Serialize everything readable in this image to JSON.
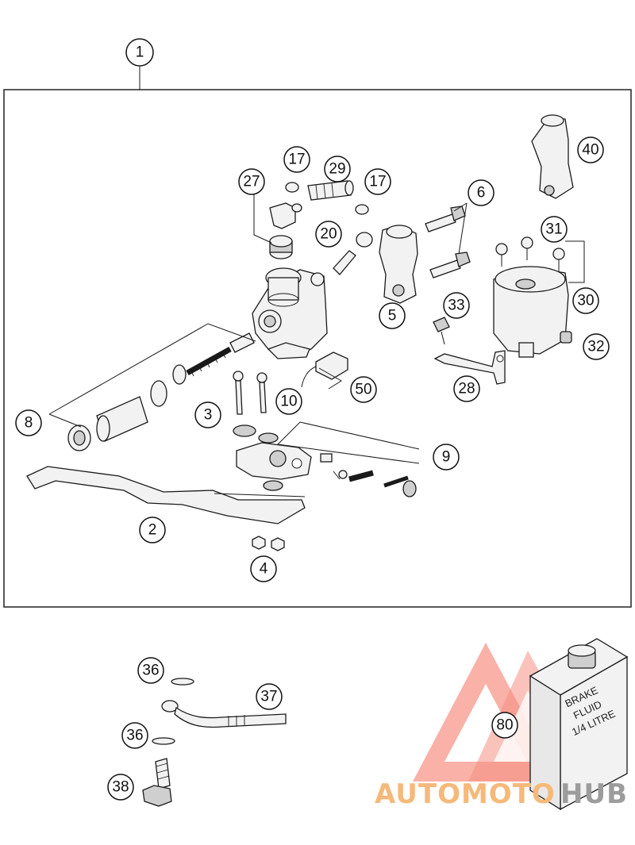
{
  "callouts": [
    {
      "id": "c1",
      "label": "1"
    },
    {
      "id": "c17a",
      "label": "17"
    },
    {
      "id": "c29",
      "label": "29"
    },
    {
      "id": "c17b",
      "label": "17"
    },
    {
      "id": "c27",
      "label": "27"
    },
    {
      "id": "c20",
      "label": "20"
    },
    {
      "id": "c6",
      "label": "6"
    },
    {
      "id": "c40",
      "label": "40"
    },
    {
      "id": "c31",
      "label": "31"
    },
    {
      "id": "c5",
      "label": "5"
    },
    {
      "id": "c33",
      "label": "33"
    },
    {
      "id": "c30",
      "label": "30"
    },
    {
      "id": "c32",
      "label": "32"
    },
    {
      "id": "c28",
      "label": "28"
    },
    {
      "id": "c50",
      "label": "50"
    },
    {
      "id": "c8",
      "label": "8"
    },
    {
      "id": "c3",
      "label": "3"
    },
    {
      "id": "c10",
      "label": "10"
    },
    {
      "id": "c9",
      "label": "9"
    },
    {
      "id": "c2",
      "label": "2"
    },
    {
      "id": "c4",
      "label": "4"
    },
    {
      "id": "c36a",
      "label": "36"
    },
    {
      "id": "c37",
      "label": "37"
    },
    {
      "id": "c36b",
      "label": "36"
    },
    {
      "id": "c38",
      "label": "38"
    },
    {
      "id": "c80",
      "label": "80"
    }
  ],
  "fluid_can": {
    "line1": "BRAKE",
    "line2": "FLUID",
    "line3": "1/4 LITRE"
  },
  "watermark": {
    "part1": "AUTOMOTO",
    "part2": "HUB",
    "color_primary": "#f08a7a",
    "color_accent": "#f5c98a",
    "color_dark": "#9a9a9a"
  }
}
